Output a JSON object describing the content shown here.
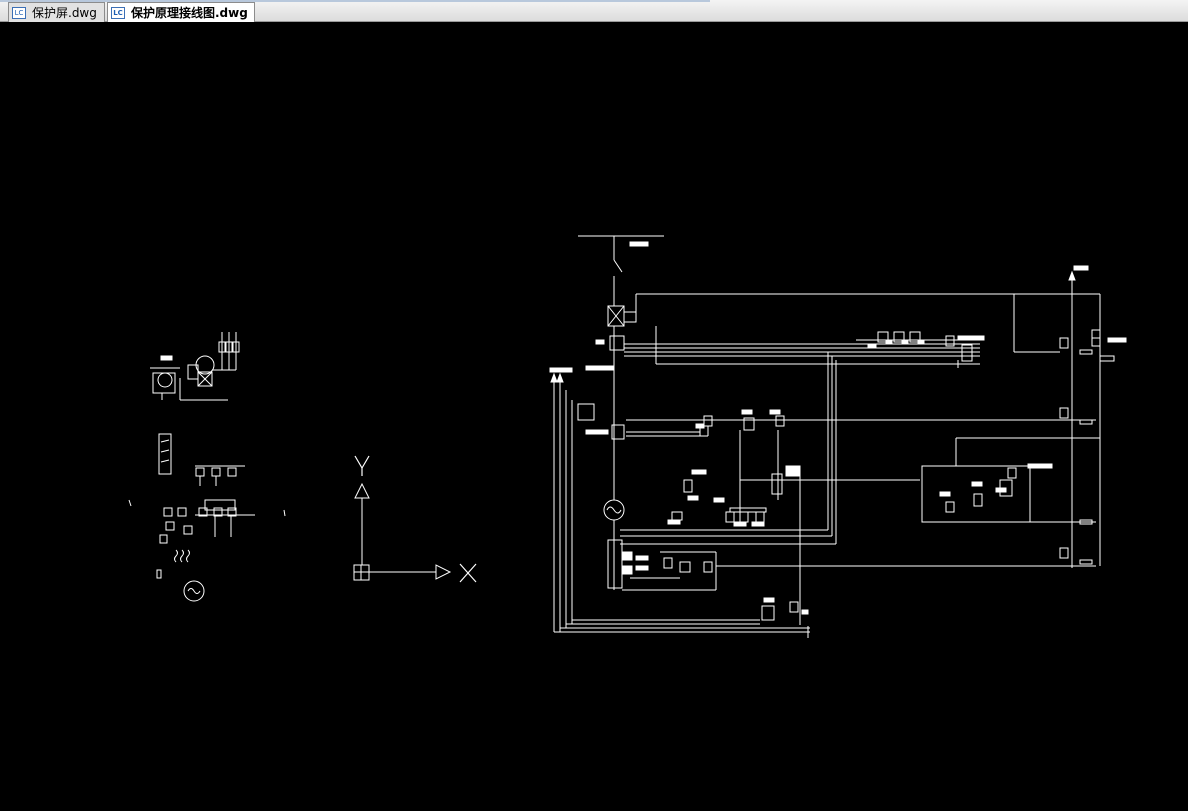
{
  "tabs": [
    {
      "label": "保护屏.dwg",
      "icon": "cad-file-icon",
      "active": false
    },
    {
      "label": "保护原理接线图.dwg",
      "icon": "cad-file-icon",
      "active": true
    }
  ],
  "tab_icon_glyph": "LC",
  "ucs": {
    "x_label": "X",
    "y_label": "Y"
  },
  "colors": {
    "background": "#000000",
    "lines": "#ffffff"
  }
}
